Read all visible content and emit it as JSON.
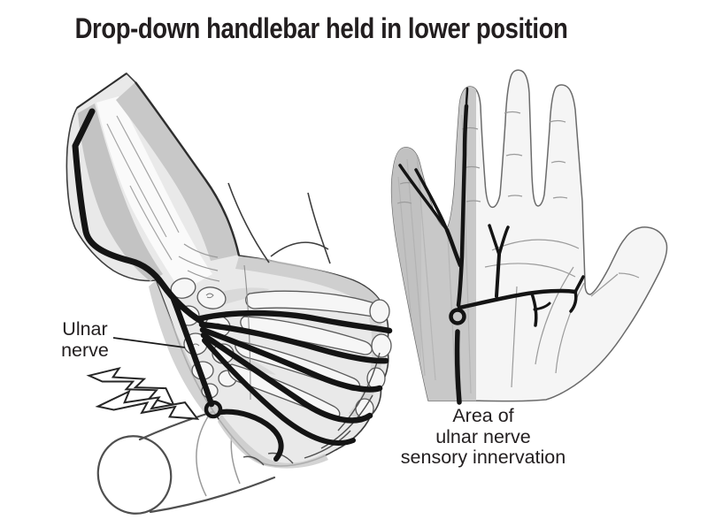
{
  "title": "Drop-down handlebar held in lower position",
  "left_illustration": {
    "label": {
      "line1": "Ulnar",
      "line2": "nerve"
    },
    "shock_icon": "lightning-bolt"
  },
  "right_illustration": {
    "caption": {
      "line1": "Area of",
      "line2": "ulnar nerve",
      "line3": "sensory innervation"
    }
  },
  "colors": {
    "background": "#ffffff",
    "text": "#221e1f",
    "nerve_ink": "#141414",
    "outline_ink": "#3d3d3d",
    "shading_light": "#ececec",
    "shading_mid": "#c9c9c9",
    "shading_dark": "#bcbcbc"
  }
}
